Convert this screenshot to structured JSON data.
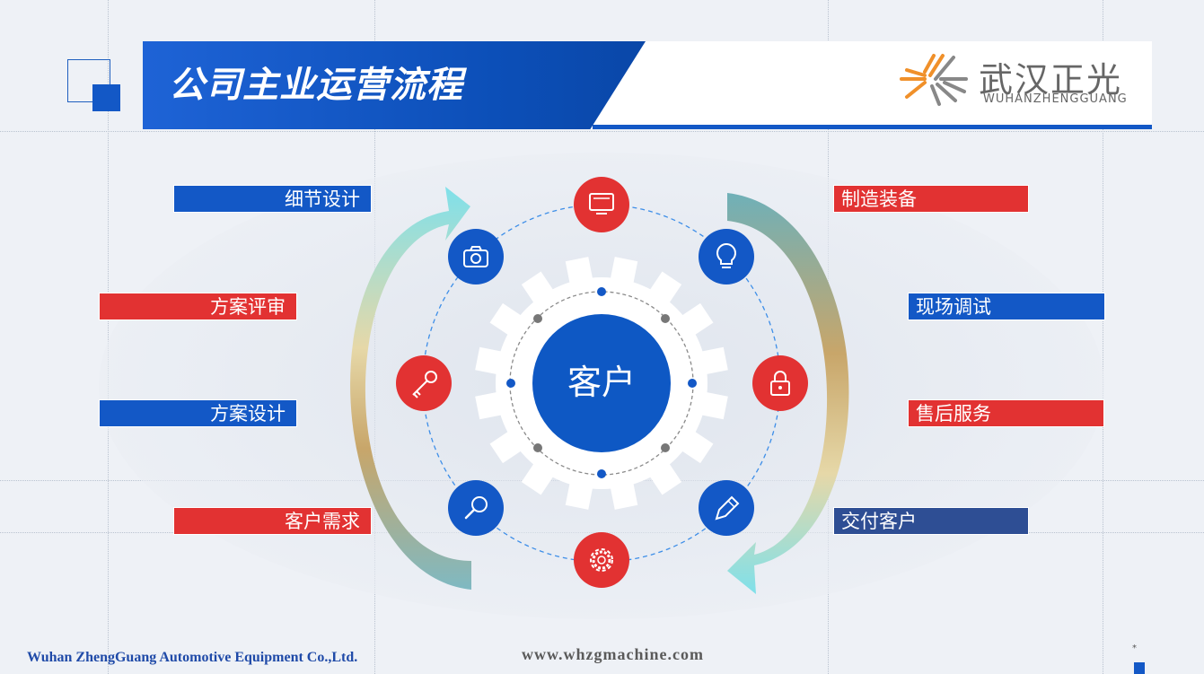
{
  "header": {
    "title": "公司主业运营流程",
    "logo_cn": "武汉正光",
    "logo_en": "WUHANZHENGGUANG"
  },
  "center": {
    "label": "客户"
  },
  "left_labels": [
    {
      "text": "细节设计",
      "color": "blue"
    },
    {
      "text": "方案评审",
      "color": "red"
    },
    {
      "text": "方案设计",
      "color": "blue"
    },
    {
      "text": "客户需求",
      "color": "red"
    }
  ],
  "right_labels": [
    {
      "text": "制造装备",
      "color": "red"
    },
    {
      "text": "现场调试",
      "color": "blue"
    },
    {
      "text": "售后服务",
      "color": "red"
    },
    {
      "text": "交付客户",
      "color": "navy"
    }
  ],
  "icons": [
    {
      "name": "monitor-icon",
      "color": "#e23232"
    },
    {
      "name": "lightbulb-icon",
      "color": "#1358c6"
    },
    {
      "name": "lock-icon",
      "color": "#e23232"
    },
    {
      "name": "pencil-icon",
      "color": "#1358c6"
    },
    {
      "name": "gear-icon",
      "color": "#e23232"
    },
    {
      "name": "search-icon",
      "color": "#1358c6"
    },
    {
      "name": "key-icon",
      "color": "#e23232"
    },
    {
      "name": "camera-icon",
      "color": "#1358c6"
    }
  ],
  "footer": {
    "company": "Wuhan ZhengGuang  Automotive Equipment Co.,Ltd.",
    "website": "www.whzgmachine.com",
    "page_marker": "*"
  },
  "colors": {
    "blue": "#1358c6",
    "red": "#e23232",
    "navy": "#2e4e94",
    "gear": "#ffffff"
  }
}
